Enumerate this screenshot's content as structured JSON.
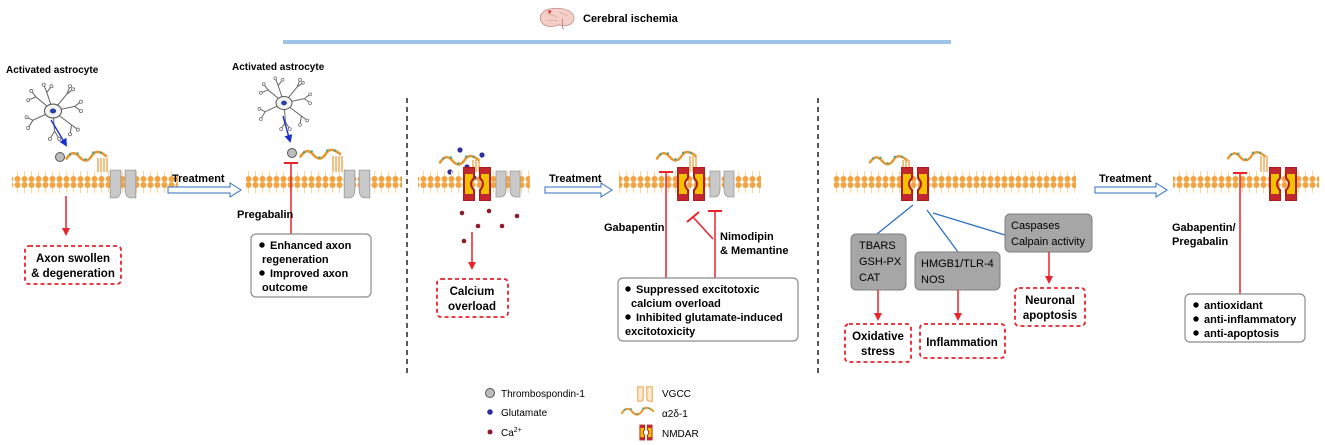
{
  "header": {
    "title": "Cerebral ischemia"
  },
  "panel1": {
    "astrocyte_label_left": "Activated astrocyte",
    "astrocyte_label_right": "Activated astrocyte",
    "treatment_label": "Treatment",
    "drug": "Pregabalin",
    "before_outcome": [
      "Axon swollen",
      "& degeneration"
    ],
    "after_outcome": [
      "Enhanced axon",
      "regeneration",
      "Improved axon",
      "outcome"
    ]
  },
  "panel2": {
    "treatment_label": "Treatment",
    "before_outcome": [
      "Calcium",
      "overload"
    ],
    "drug_left": "Gabapentin",
    "drug_right": [
      "Nimodipin",
      "& Memantine"
    ],
    "after_outcome": [
      "Suppressed excitotoxic",
      "calcium overload",
      "Inhibited glutamate-induced",
      "excitotoxicity"
    ]
  },
  "panel3": {
    "treatment_label": "Treatment",
    "box_oxidative": [
      "TBARS",
      "GSH-PX",
      "CAT"
    ],
    "box_inflammation": [
      "HMGB1/TLR-4",
      "NOS"
    ],
    "box_apoptosis": [
      "Caspases",
      "Calpain activity"
    ],
    "effect_oxidative": [
      "Oxidative",
      "stress"
    ],
    "effect_inflammation": "Inflammation",
    "effect_apoptosis": [
      "Neuronal",
      "apoptosis"
    ],
    "drug": [
      "Gabapentin/",
      "Pregabalin"
    ],
    "after_outcome": [
      "antioxidant",
      "anti-inflammatory",
      "anti-apoptosis"
    ]
  },
  "legend": {
    "thrombospondin": "Thrombospondin-1",
    "glutamate": "Glutamate",
    "calcium": "Ca",
    "calcium_sup": "2+",
    "vgcc": "VGCC",
    "a2d1": "α2δ-1",
    "nmdar": "NMDAR"
  },
  "colors": {
    "membrane": "#f2a443",
    "membrane_tail": "#ffd699",
    "inhibit_red": "#e8232a",
    "blue_arrow": "#1a2fd0",
    "header_bar": "#9dc3e6",
    "gray_box": "#a6a6a6",
    "channel_gray": "#c9c9c9",
    "glutamate": "#2e2e9e",
    "calcium": "#8b1c2c",
    "treatment_arrow": "#2e6fbf"
  }
}
